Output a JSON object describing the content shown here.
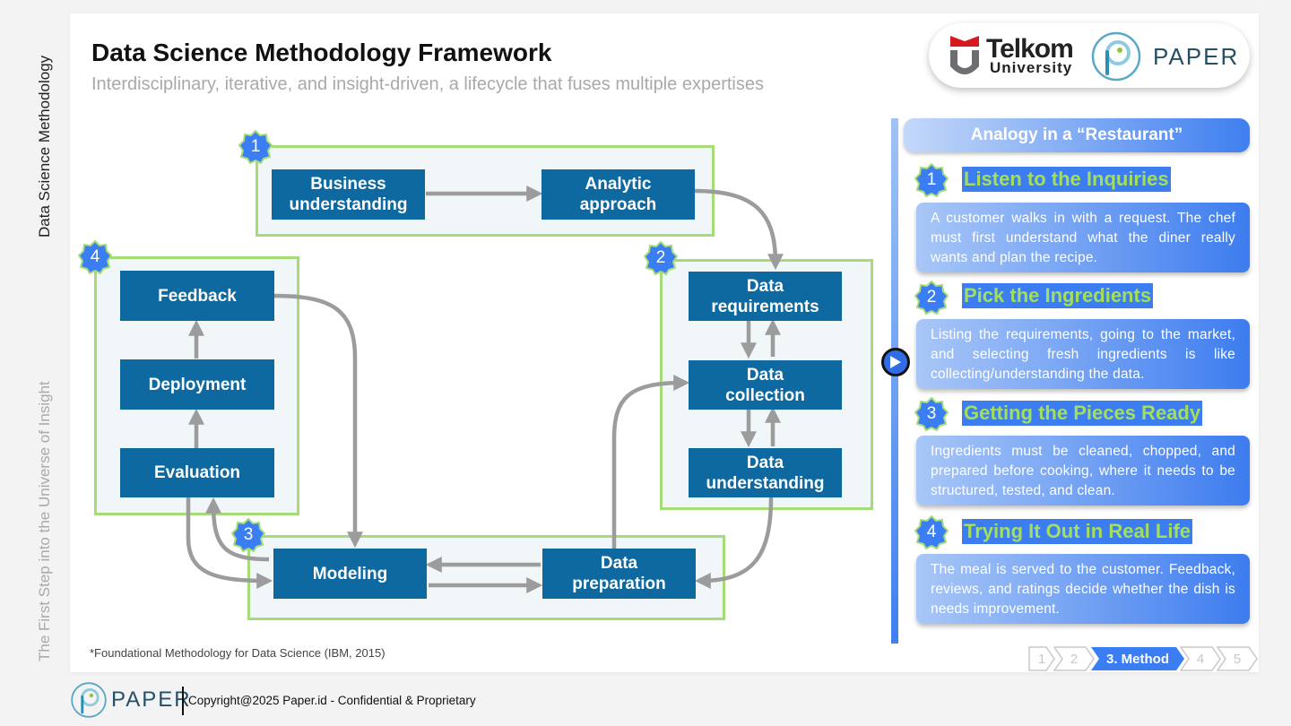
{
  "sidebar": {
    "top_text": "Data Science Methodology",
    "bottom_text": "The First Step into the Universe of Insight"
  },
  "header": {
    "title": "Data Science Methodology Framework",
    "subtitle": "Interdisciplinary, iterative, and insight-driven, a lifecycle that fuses multiple expertises"
  },
  "logos": {
    "telkom_name": "Telkom",
    "telkom_sub": "University",
    "paper": "PAPER"
  },
  "diagram": {
    "groups": [
      {
        "badge": "1",
        "nodes": [
          "Business understanding",
          "Analytic approach"
        ]
      },
      {
        "badge": "2",
        "nodes": [
          "Data requirements",
          "Data collection",
          "Data understanding"
        ]
      },
      {
        "badge": "3",
        "nodes": [
          "Modeling",
          "Data preparation"
        ]
      },
      {
        "badge": "4",
        "nodes": [
          "Feedback",
          "Deployment",
          "Evaluation"
        ]
      }
    ],
    "footnote": "*Foundational Methodology for Data Science (IBM, 2015)",
    "colors": {
      "node": "#0e69a0",
      "group_border": "#a5dc78",
      "arrow": "#9c9c9c",
      "badge": "#3b7df3"
    }
  },
  "analogy": {
    "header": "Analogy in a “Restaurant”",
    "steps": [
      {
        "num": "1",
        "title": "Listen to the Inquiries",
        "text": "A customer walks in with a request. The chef must first understand what the diner really wants and plan the recipe."
      },
      {
        "num": "2",
        "title": "Pick the Ingredients",
        "text": "Listing the requirements, going to the market, and selecting fresh ingredients is like collecting/understanding the data."
      },
      {
        "num": "3",
        "title": "Getting the Pieces Ready",
        "text": "Ingredients must be cleaned, chopped, and prepared before cooking, where it needs to be structured, tested, and clean."
      },
      {
        "num": "4",
        "title": "Trying It Out in Real Life",
        "text": "The meal is served to the customer. Feedback, reviews, and ratings decide whether the dish is needs improvement."
      }
    ]
  },
  "breadcrumb": {
    "items": [
      "1",
      "2",
      "3. Method",
      "4",
      "5"
    ],
    "active_index": 2
  },
  "footer": {
    "brand": "PAPER",
    "copyright": "Copyright@2025 Paper.id - Confidential & Proprietary"
  }
}
